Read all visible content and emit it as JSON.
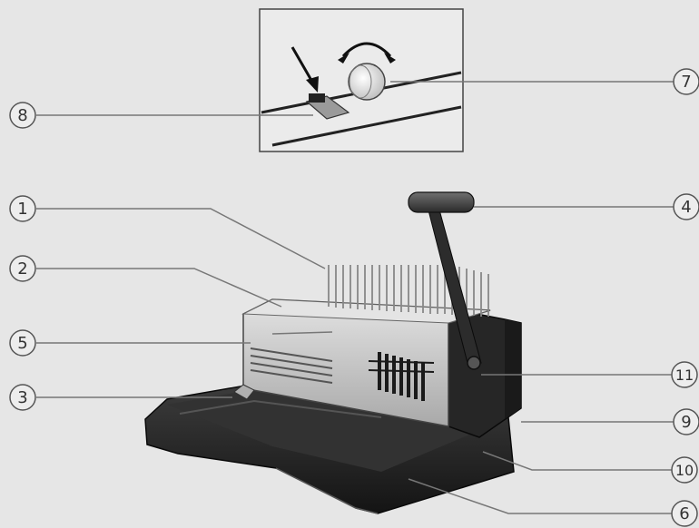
{
  "callouts": [
    {
      "id": "1",
      "label": "1"
    },
    {
      "id": "2",
      "label": "2"
    },
    {
      "id": "3",
      "label": "3"
    },
    {
      "id": "4",
      "label": "4"
    },
    {
      "id": "5",
      "label": "5"
    },
    {
      "id": "6",
      "label": "6"
    },
    {
      "id": "7",
      "label": "7"
    },
    {
      "id": "8",
      "label": "8"
    },
    {
      "id": "9",
      "label": "9"
    },
    {
      "id": "10",
      "label": "10"
    },
    {
      "id": "11",
      "label": "11"
    }
  ],
  "colors": {
    "background": "#e6e6e6",
    "body_dark": "#1e1e1e",
    "body_mid": "#3a3a3a",
    "top_cover": "#cfcfcf",
    "leader_line": "#777777",
    "callout_ring": "#555555"
  },
  "icons": [
    "rotate-arrow-icon",
    "pointer-arrow-icon"
  ]
}
